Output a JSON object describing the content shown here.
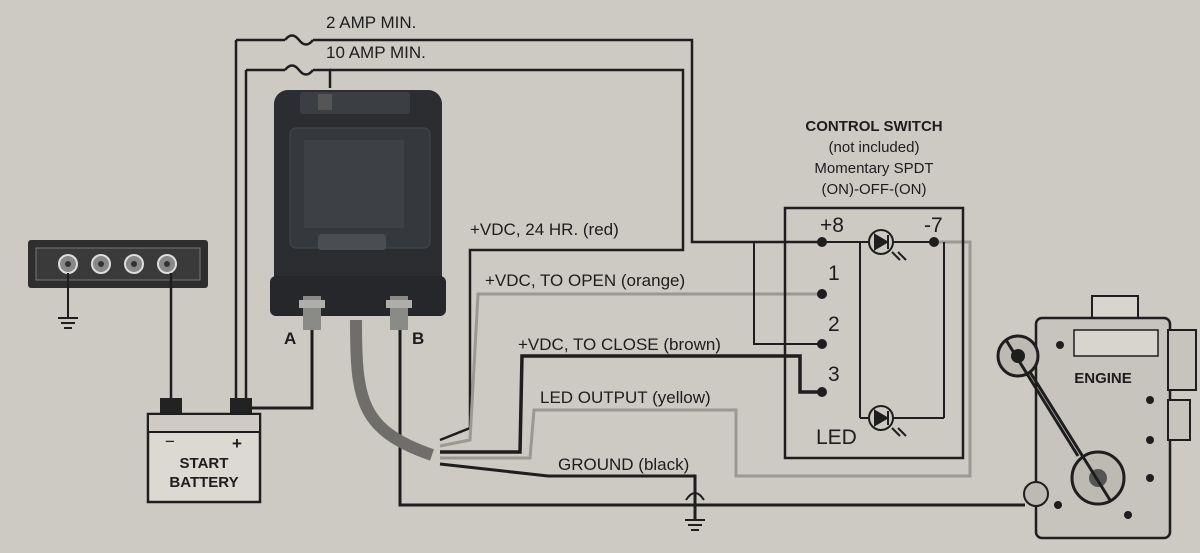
{
  "fuses": {
    "fuse_2a": "2 AMP MIN.",
    "fuse_10a": "10 AMP MIN."
  },
  "wires": {
    "red": "+VDC, 24 HR. (red)",
    "orange": "+VDC, TO OPEN (orange)",
    "brown": "+VDC, TO CLOSE (brown)",
    "yellow": "LED OUTPUT (yellow)",
    "black": "GROUND (black)"
  },
  "control_switch": {
    "title": "CONTROL SWITCH",
    "note": "(not included)",
    "type": "Momentary SPDT",
    "mode": "(ON)-OFF-(ON)",
    "terminals": {
      "t_plus8": "+8",
      "t_minus7": "-7",
      "t1": "1",
      "t2": "2",
      "t3": "3"
    },
    "led_label": "LED"
  },
  "relay": {
    "stud_a": "A",
    "stud_b": "B"
  },
  "battery": {
    "line1": "START",
    "line2": "BATTERY",
    "neg": "−",
    "pos": "+"
  },
  "engine": {
    "label": "ENGINE"
  },
  "colors": {
    "background": "#cdc9c3",
    "wire_dark": "#1e1e1e",
    "wire_light": "#9a9893",
    "device_dark": "#2b2d30"
  }
}
